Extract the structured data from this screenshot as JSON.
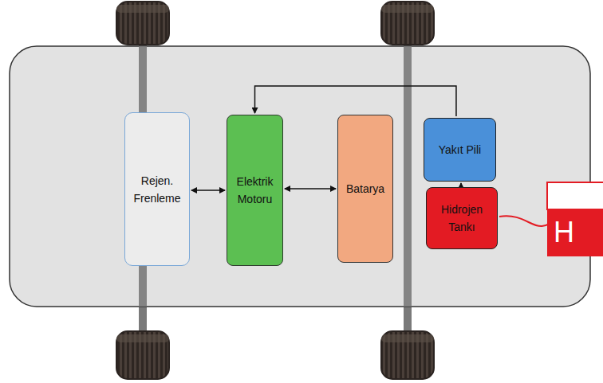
{
  "diagram": {
    "nodes": [
      {
        "text": [
          "Rejen. Frenleme"
        ]
      },
      {
        "text": [
          "Elektrik Motoru"
        ]
      },
      {
        "text": [
          "Batarya"
        ]
      },
      {
        "text": [
          "Yakıt Pili"
        ]
      },
      {
        "text": [
          "Hidrojen Tankı"
        ]
      },
      {
        "text": [
          "H"
        ]
      }
    ],
    "edges": [
      {
        "from": 0,
        "to": 1,
        "arrow": "both"
      },
      {
        "from": 1,
        "to": 2,
        "arrow": "both"
      },
      {
        "from": 4,
        "to": 3,
        "arrow": "to"
      },
      {
        "from": 3,
        "to": 1,
        "arrow": "to"
      },
      {
        "from": 4,
        "to": 5,
        "arrow": "none"
      }
    ]
  }
}
